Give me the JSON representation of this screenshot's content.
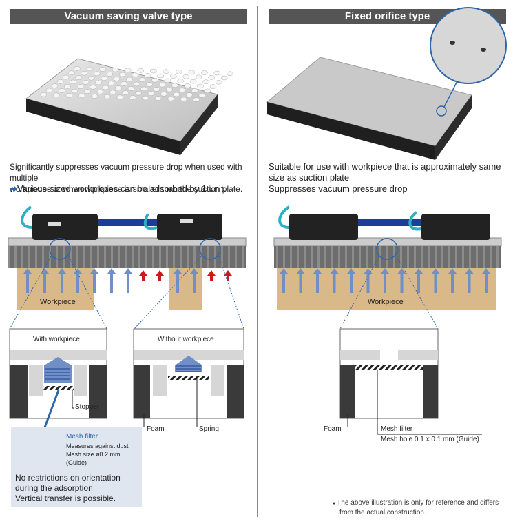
{
  "left": {
    "header": "Vacuum saving valve type",
    "description": [
      "Significantly suppresses vacuum pressure drop when used with multiple",
      "workpieces or when workpiece is smaller than the suction plate."
    ],
    "highlight": "Various-sized workpieces can be adsorbed by 1 unit.",
    "workpiece_label": "Workpiece",
    "detail_with": "With workpiece",
    "detail_without": "Without workpiece",
    "stopper_label": "Stopper",
    "foam_label": "Foam",
    "spring_label": "Spring",
    "mesh": {
      "title": "Mesh filter",
      "line1": "Measures against dust",
      "line2": "Mesh size ø0.2 mm",
      "line3": "(Guide)",
      "orientation1": "No restrictions on orientation",
      "orientation2": "during the adsorption",
      "vertical": "Vertical transfer is possible."
    }
  },
  "right": {
    "header": "Fixed orifice type",
    "description1": "Suitable for use with workpiece that is approximately same",
    "description2": "size as suction plate",
    "description3": "Suppresses vacuum pressure drop",
    "workpiece_label": "Workpiece",
    "foam_label": "Foam",
    "mesh_filter_label": "Mesh filter",
    "mesh_hole_label": "Mesh hole 0.1 x 0.1 mm (Guide)",
    "note1": "The above illustration is only for reference and differs",
    "note2": "from the actual construction."
  },
  "colors": {
    "header_bg": "#555555",
    "arrow_blue": "#6f8fc6",
    "arrow_red": "#cc1a1a",
    "workpiece": "#d9b98a",
    "highlight_arrow": "#2e66a8"
  }
}
